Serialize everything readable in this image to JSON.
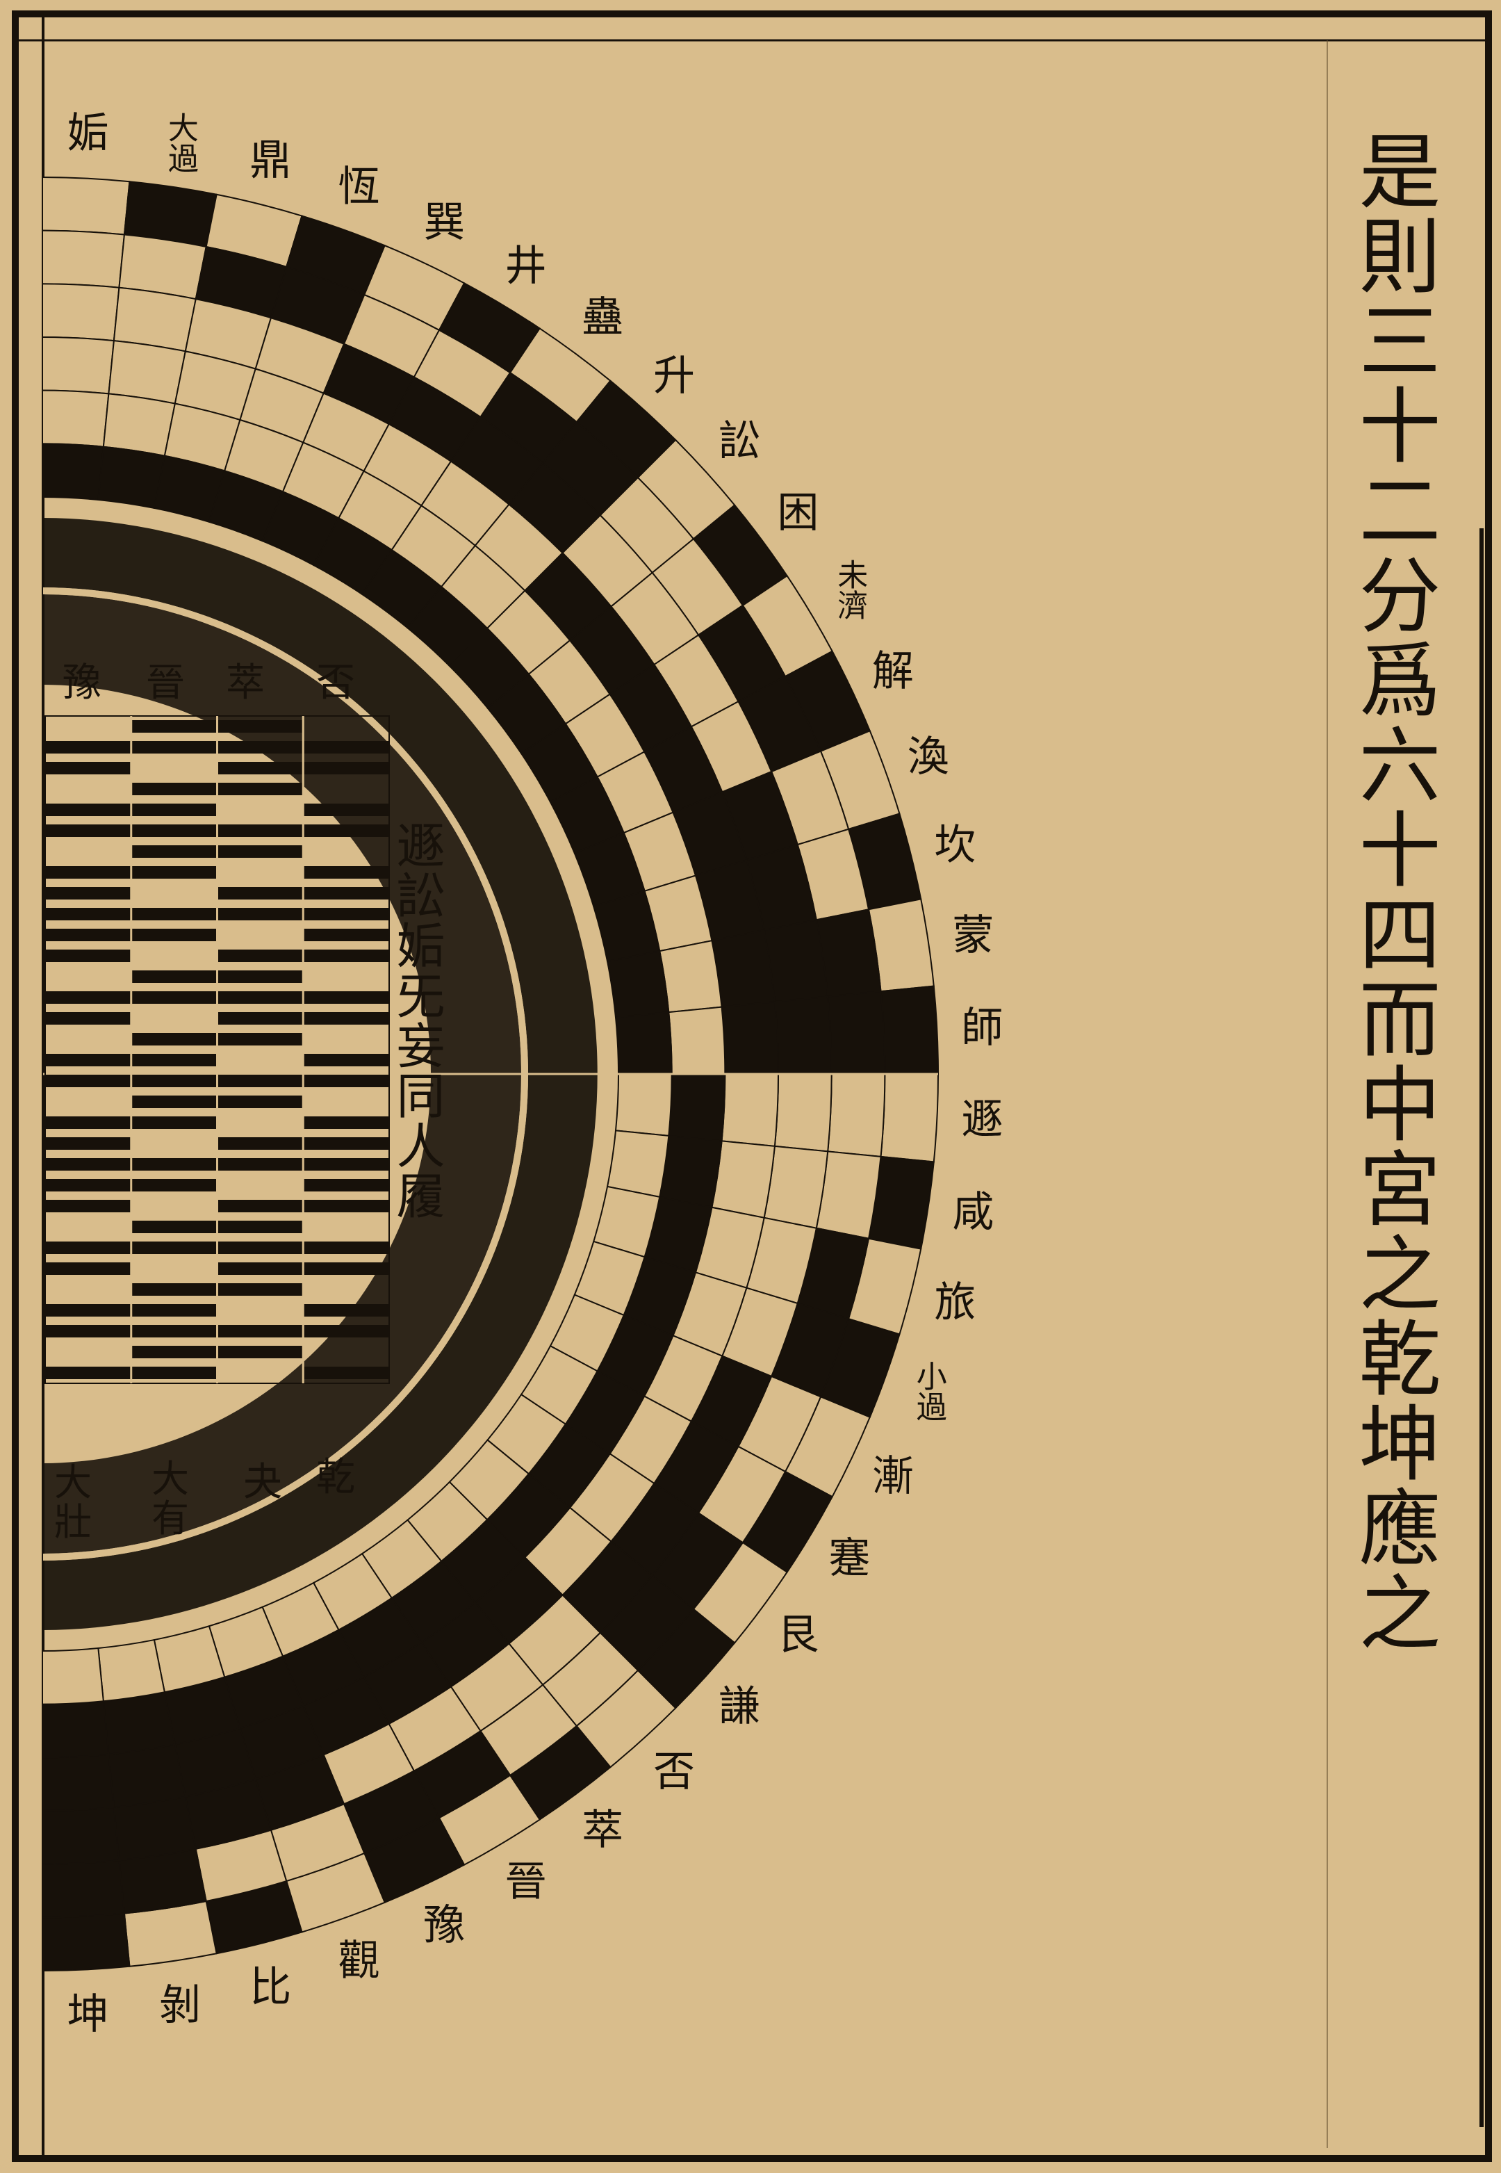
{
  "main_text": "是則三十二分爲六十四而中宮之乾坤應之",
  "outer_ring_labels": [
    "姤",
    "大過",
    "鼎",
    "恆",
    "巽",
    "井",
    "蠱",
    "升",
    "訟",
    "困",
    "未濟",
    "解",
    "渙",
    "坎",
    "蒙",
    "師",
    "遯",
    "咸",
    "旅",
    "小過",
    "漸",
    "蹇",
    "艮",
    "謙",
    "否",
    "萃",
    "晉",
    "豫",
    "觀",
    "比",
    "剝",
    "坤"
  ],
  "inner_top_labels": [
    "豫",
    "晉",
    "萃",
    "否"
  ],
  "inner_column_text": "遯訟姤旡妄同人履",
  "inner_bottom_labels": [
    "大壯",
    "大有",
    "夬",
    "乾"
  ],
  "colors": {
    "paper": "#d9bd8c",
    "ink": "#17110a"
  }
}
